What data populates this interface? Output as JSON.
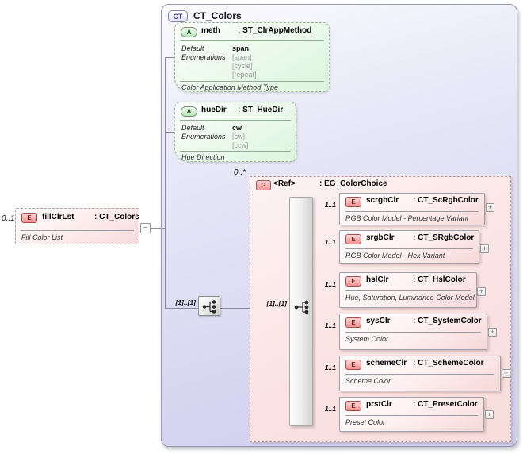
{
  "icons": {
    "plus": "+",
    "minus": "−"
  },
  "palette": {
    "complex_type_fill": "#d6d6f1",
    "attribute_fill": "#dcf4dc",
    "group_fill": "#fbe3e3",
    "element_fill": "#f7d8d8",
    "line": "#8a8a9a"
  },
  "root": {
    "cardinality": "0..1",
    "badge": "E",
    "name": "fillClrLst",
    "type": ": CT_Colors",
    "description": "Fill Color List"
  },
  "ct": {
    "badge": "CT",
    "title": "CT_Colors",
    "seq_cardinality": "[1]..[1]",
    "attributes": [
      {
        "badge": "A",
        "name": "meth",
        "type": ": ST_ClrAppMethod",
        "default_label": "Default",
        "default_value": "span",
        "enum_label": "Enumerations",
        "enums": [
          "[span]",
          "[cycle]",
          "[repeat]"
        ],
        "description": "Color Application Method Type"
      },
      {
        "badge": "A",
        "name": "hueDir",
        "type": ": ST_HueDir",
        "default_label": "Default",
        "default_value": "cw",
        "enum_label": "Enumerations",
        "enums": [
          "[cw]",
          "[ccw]"
        ],
        "description": "Hue Direction"
      }
    ],
    "group": {
      "cardinality": "0..*",
      "badge": "G",
      "name": "<Ref>",
      "type": ": EG_ColorChoice",
      "inner_cardinality": "[1]..[1]",
      "elements": [
        {
          "badge": "E",
          "cardinality": "1..1",
          "name": "scrgbClr",
          "type": ": CT_ScRgbColor",
          "description": "RGB Color Model - Percentage Variant"
        },
        {
          "badge": "E",
          "cardinality": "1..1",
          "name": "srgbClr",
          "type": ": CT_SRgbColor",
          "description": "RGB Color Model - Hex Variant"
        },
        {
          "badge": "E",
          "cardinality": "1..1",
          "name": "hslClr",
          "type": ": CT_HslColor",
          "description": "Hue, Saturation, Luminance Color Model"
        },
        {
          "badge": "E",
          "cardinality": "1..1",
          "name": "sysClr",
          "type": ": CT_SystemColor",
          "description": "System Color"
        },
        {
          "badge": "E",
          "cardinality": "1..1",
          "name": "schemeClr",
          "type": ": CT_SchemeColor",
          "description": "Scheme Color"
        },
        {
          "badge": "E",
          "cardinality": "1..1",
          "name": "prstClr",
          "type": ": CT_PresetColor",
          "description": "Preset Color"
        }
      ]
    }
  }
}
